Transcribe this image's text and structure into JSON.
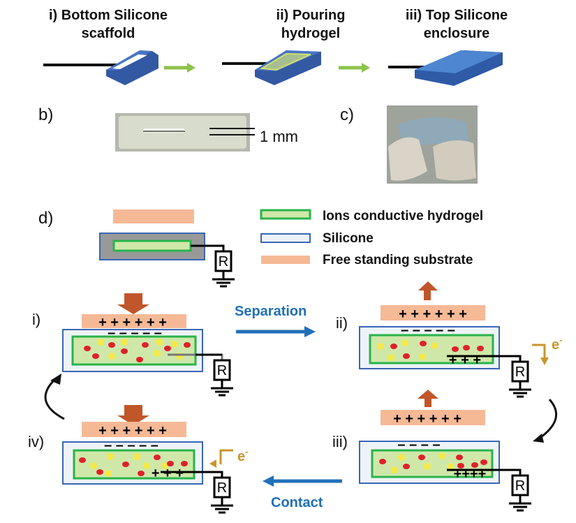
{
  "steps": [
    {
      "line1": "i) Bottom Silicone",
      "line2": "scaffold"
    },
    {
      "line1": "ii) Pouring",
      "line2": "hydrogel"
    },
    {
      "line1": "iii) Top Silicone",
      "line2": "enclosure"
    }
  ],
  "panels": {
    "b": "b)",
    "c": "c)",
    "d": "d)"
  },
  "scale_bar": "1 mm",
  "legend": {
    "hydrogel": "Ions conductive hydrogel",
    "silicone": "Silicone",
    "substrate": "Free standing substrate"
  },
  "resistor": "R",
  "stages": {
    "i": "i)",
    "ii": "ii)",
    "iii": "iii)",
    "iv": "iv)"
  },
  "arrows": {
    "separation": "Separation",
    "contact": "Contact"
  },
  "electron": "e",
  "electron_sup": "-",
  "charges": {
    "plus_row": "+ + + + + +",
    "minus_row": "–  –  –  –  –",
    "minus_row_short": "–  –  –  –",
    "plus_three": "+ + +",
    "plus_four": "++++",
    "plus": "+"
  },
  "colors": {
    "blue": "#3a66b6",
    "silicone_fill": "#eef3f8",
    "hydrogel_border": "#29b34a",
    "hydrogel_fill": "#cfe8a9",
    "substrate": "#f6b996",
    "brown_arrow": "#c0562a",
    "green_arrow": "#8cc34a",
    "red_ion": "#e0202a",
    "yellow_ion": "#f4e94a",
    "label_blue": "#2170b8",
    "electron": "#c8952b"
  }
}
